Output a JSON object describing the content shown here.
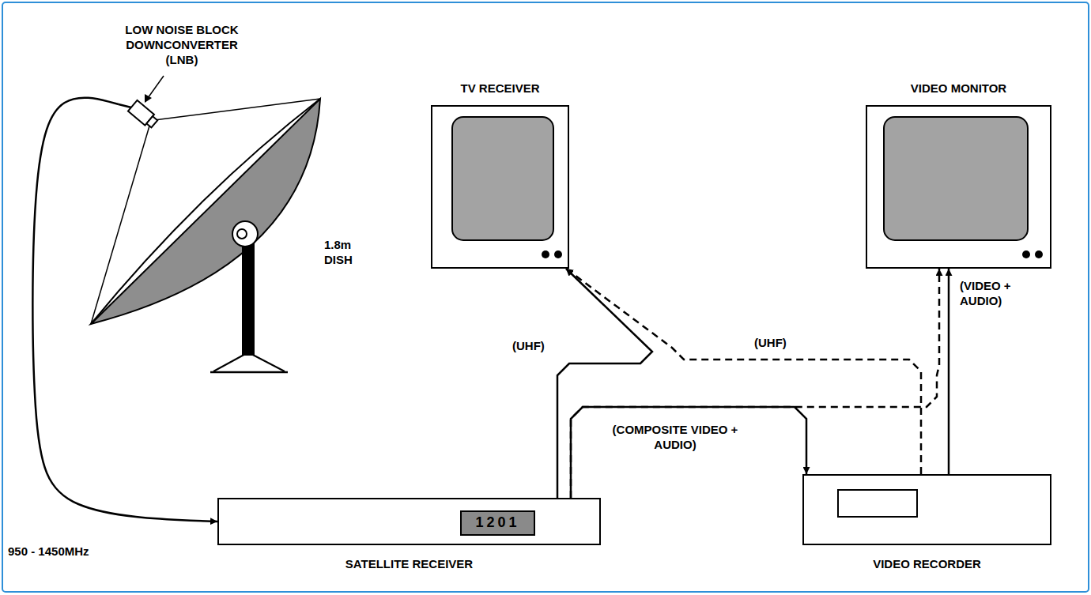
{
  "diagram": {
    "nodes": [
      {
        "text": [
          "LOW NOISE BLOCK DOWNCONVERTER (LNB)"
        ]
      },
      {
        "text": [
          "SATELLITE RECEIVER"
        ]
      },
      {
        "text": [
          "1201"
        ],
        "in": 1
      },
      {
        "text": [
          "TV RECEIVER"
        ]
      },
      {
        "text": [
          "VIDEO MONITOR"
        ]
      },
      {
        "text": [
          "VIDEO RECORDER"
        ]
      }
    ],
    "edges": [
      {
        "from": 0,
        "to": 1,
        "label": "950 - 1450MHz",
        "arrow": "to"
      },
      {
        "from": 1,
        "to": 3,
        "label": "(UHF)",
        "arrow": "to"
      },
      {
        "from": 1,
        "to": 5,
        "label": "(COMPOSITE VIDEO + AUDIO)",
        "arrow": "to"
      },
      {
        "from": 5,
        "to": 4,
        "label": "(VIDEO + AUDIO)",
        "arrow": "to"
      },
      {
        "from": 5,
        "to": 3,
        "label": "(UHF)",
        "arrow": "to"
      },
      {
        "from": 1,
        "to": 4,
        "arrow": "to"
      }
    ],
    "labels": [
      "1.8m DISH"
    ]
  }
}
